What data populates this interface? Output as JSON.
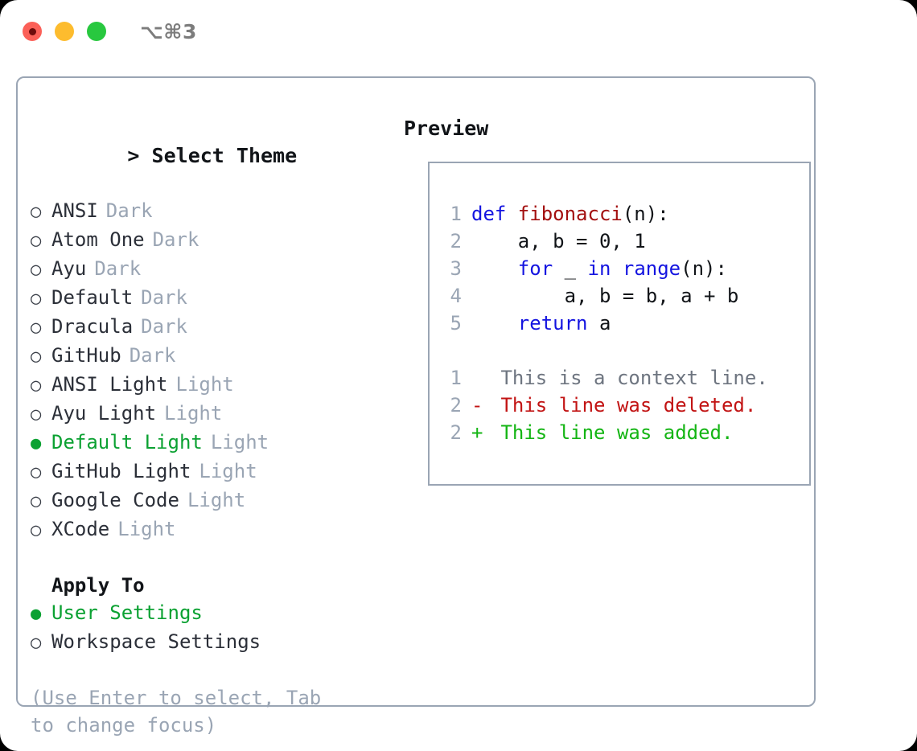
{
  "window": {
    "shortcut_label": "⌥⌘3",
    "traffic_lights": [
      {
        "name": "close",
        "color": "#fb6058"
      },
      {
        "name": "minimize",
        "color": "#fdbc2e"
      },
      {
        "name": "maximize",
        "color": "#28c83f"
      }
    ]
  },
  "colors": {
    "accent_green": "#0ba132",
    "muted": "#9aa5b4",
    "text": "#2b2f38",
    "keyword_blue": "#1414e0",
    "function_red": "#a31010",
    "diff_delete": "#c21414",
    "diff_add": "#14b514",
    "border": "#9aa5b4"
  },
  "theme_picker": {
    "heading": "> Select Theme",
    "prompt": ">",
    "heading_text": "Select Theme",
    "marker_selected": "●",
    "marker_unselected": "○",
    "options": [
      {
        "label": "ANSI",
        "badge": "Dark",
        "selected": false
      },
      {
        "label": "Atom One",
        "badge": "Dark",
        "selected": false
      },
      {
        "label": "Ayu",
        "badge": "Dark",
        "selected": false
      },
      {
        "label": "Default",
        "badge": "Dark",
        "selected": false
      },
      {
        "label": "Dracula",
        "badge": "Dark",
        "selected": false
      },
      {
        "label": "GitHub",
        "badge": "Dark",
        "selected": false
      },
      {
        "label": "ANSI Light",
        "badge": "Light",
        "selected": false
      },
      {
        "label": "Ayu Light",
        "badge": "Light",
        "selected": false
      },
      {
        "label": "Default Light",
        "badge": "Light",
        "selected": true
      },
      {
        "label": "GitHub Light",
        "badge": "Light",
        "selected": false
      },
      {
        "label": "Google Code",
        "badge": "Light",
        "selected": false
      },
      {
        "label": "XCode",
        "badge": "Light",
        "selected": false
      }
    ]
  },
  "apply_to": {
    "heading": "Apply To",
    "options": [
      {
        "label": "User Settings",
        "selected": true
      },
      {
        "label": "Workspace Settings",
        "selected": false
      }
    ]
  },
  "help": {
    "text": "(Use Enter to select, Tab to change focus)"
  },
  "preview": {
    "heading": "Preview",
    "code_lines": [
      {
        "no": "1",
        "tokens": [
          {
            "t": "def ",
            "c": "kw"
          },
          {
            "t": "fibonacci",
            "c": "fn"
          },
          {
            "t": "(n):",
            "c": "plain"
          }
        ]
      },
      {
        "no": "2",
        "tokens": [
          {
            "t": "    a, b = 0, 1",
            "c": "plain"
          }
        ]
      },
      {
        "no": "3",
        "tokens": [
          {
            "t": "    ",
            "c": "plain"
          },
          {
            "t": "for",
            "c": "kw"
          },
          {
            "t": " _ ",
            "c": "plain"
          },
          {
            "t": "in",
            "c": "kw"
          },
          {
            "t": " ",
            "c": "plain"
          },
          {
            "t": "range",
            "c": "kw"
          },
          {
            "t": "(n):",
            "c": "plain"
          }
        ]
      },
      {
        "no": "4",
        "tokens": [
          {
            "t": "        a, b = b, a + b",
            "c": "plain"
          }
        ]
      },
      {
        "no": "5",
        "tokens": [
          {
            "t": "    ",
            "c": "plain"
          },
          {
            "t": "return",
            "c": "kw"
          },
          {
            "t": " a",
            "c": "plain"
          }
        ]
      }
    ],
    "diff_lines": [
      {
        "no": "1",
        "sign": " ",
        "text": " This is a context line.",
        "kind": "ctx"
      },
      {
        "no": "2",
        "sign": "-",
        "text": " This line was deleted.",
        "kind": "del"
      },
      {
        "no": "2",
        "sign": "+",
        "text": " This line was added.",
        "kind": "add"
      }
    ]
  }
}
